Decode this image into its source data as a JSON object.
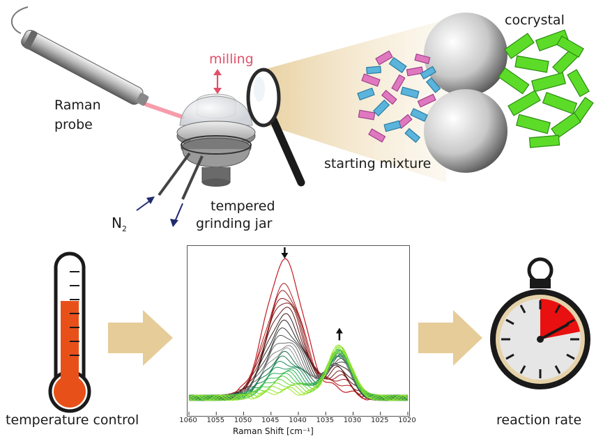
{
  "labels": {
    "raman_probe_line1": "Raman",
    "raman_probe_line2": "probe",
    "milling": "milling",
    "n2_main": "N",
    "n2_sub": "2",
    "jar_line1": "tempered",
    "jar_line2": "grinding jar",
    "cocrystal": "cocrystal",
    "starting_mixture": "starting mixture",
    "temperature_control": "temperature control",
    "reaction_rate": "reaction rate"
  },
  "colors": {
    "laser": "#e8506a",
    "milling_arrow": "#e0506a",
    "pink_crystal": "#e078c0",
    "blue_crystal": "#5ab4dc",
    "green_crystal": "#5cdc28",
    "thermometer_fill": "#e8501a",
    "stopwatch_sector": "#e81010",
    "flow_arrow": "#e6cc98",
    "n2_arrow": "#1f2a6e"
  },
  "chart_data": {
    "type": "line",
    "xlabel": "Raman Shift [cm⁻¹]",
    "ylabel": "",
    "xlim": [
      1060,
      1020
    ],
    "x_ticks": [
      1060,
      1055,
      1050,
      1045,
      1040,
      1035,
      1030,
      1025,
      1020
    ],
    "grid": false,
    "legend": "none",
    "peak1_center": 1042.5,
    "peak2_center": 1032.5,
    "series_count": 26,
    "series": [
      {
        "color": "#c41820",
        "peak1": 1.0,
        "peak2": 0.06
      },
      {
        "color": "#b01a1e",
        "peak1": 0.82,
        "peak2": 0.1
      },
      {
        "color": "#9a1c1c",
        "peak1": 0.78,
        "peak2": 0.13
      },
      {
        "color": "#8a1a1a",
        "peak1": 0.74,
        "peak2": 0.15
      },
      {
        "color": "#7a1818",
        "peak1": 0.71,
        "peak2": 0.17
      },
      {
        "color": "#601818",
        "peak1": 0.66,
        "peak2": 0.2
      },
      {
        "color": "#3a1a1a",
        "peak1": 0.6,
        "peak2": 0.22
      },
      {
        "color": "#2a2020",
        "peak1": 0.55,
        "peak2": 0.25
      },
      {
        "color": "#404040",
        "peak1": 0.5,
        "peak2": 0.27
      },
      {
        "color": "#555555",
        "peak1": 0.46,
        "peak2": 0.28
      },
      {
        "color": "#6a6a6a",
        "peak1": 0.42,
        "peak2": 0.29
      },
      {
        "color": "#808080",
        "peak1": 0.38,
        "peak2": 0.3
      },
      {
        "color": "#959595",
        "peak1": 0.35,
        "peak2": 0.31
      },
      {
        "color": "#1a6a4a",
        "peak1": 0.32,
        "peak2": 0.31
      },
      {
        "color": "#1a7a50",
        "peak1": 0.29,
        "peak2": 0.32
      },
      {
        "color": "#1c8a58",
        "peak1": 0.26,
        "peak2": 0.32
      },
      {
        "color": "#209a5a",
        "peak1": 0.23,
        "peak2": 0.33
      },
      {
        "color": "#28aa58",
        "peak1": 0.2,
        "peak2": 0.33
      },
      {
        "color": "#34b850",
        "peak1": 0.18,
        "peak2": 0.34
      },
      {
        "color": "#44c448",
        "peak1": 0.16,
        "peak2": 0.34
      },
      {
        "color": "#58cc3e",
        "peak1": 0.14,
        "peak2": 0.35
      },
      {
        "color": "#6ad438",
        "peak1": 0.12,
        "peak2": 0.35
      },
      {
        "color": "#7ada34",
        "peak1": 0.1,
        "peak2": 0.36
      },
      {
        "color": "#88e030",
        "peak1": 0.08,
        "peak2": 0.36
      },
      {
        "color": "#94e62c",
        "peak1": 0.06,
        "peak2": 0.37
      },
      {
        "color": "#a0ea28",
        "peak1": 0.05,
        "peak2": 0.37
      }
    ]
  }
}
